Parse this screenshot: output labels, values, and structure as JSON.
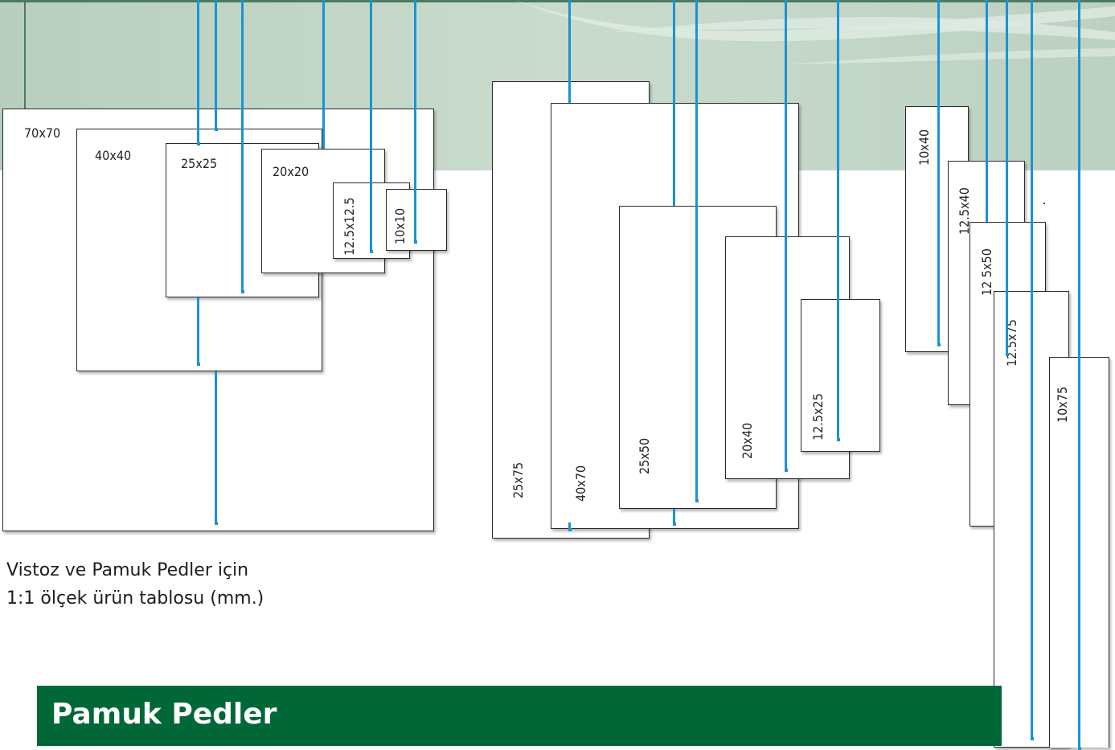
{
  "caption": {
    "line1": "Vistoz ve Pamuk Pedler için",
    "line2": "1:1 ölçek ürün tablosu (mm.)"
  },
  "banner": {
    "title": "Pamuk Pedler"
  },
  "colors": {
    "background_green": "#c3d6c8",
    "banner_green": "#006837",
    "wire_blue": "#1a94d2",
    "pad_fill": "#ffffff",
    "pad_border": "#2a2a2a"
  },
  "groups": {
    "square": {
      "pads": [
        {
          "label": "70x70"
        },
        {
          "label": "40x40"
        },
        {
          "label": "25x25"
        },
        {
          "label": "20x20"
        },
        {
          "label": "12.5x12.5"
        },
        {
          "label": "10x10"
        }
      ]
    },
    "rect_wide": {
      "pads": [
        {
          "label": "25x75"
        },
        {
          "label": "40x70"
        },
        {
          "label": "25x50"
        },
        {
          "label": "20x40"
        },
        {
          "label": "12.5x25"
        }
      ]
    },
    "rect_narrow": {
      "pads": [
        {
          "label": "10x40"
        },
        {
          "label": "12.5x40"
        },
        {
          "label": "12 5x50"
        },
        {
          "label": "12.5x75"
        },
        {
          "label": "10x75"
        }
      ]
    }
  }
}
